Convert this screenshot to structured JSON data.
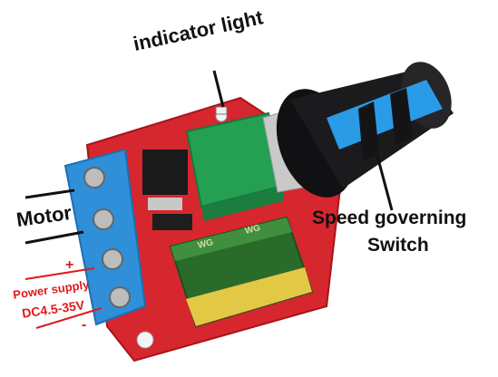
{
  "labels": {
    "indicator_light": "indicator light",
    "motor": "Motor",
    "speed_line1": "Speed governing",
    "speed_line2": "Switch",
    "plus": "+",
    "power_supply": "Power supply",
    "voltage": "DC4.5-35V",
    "minus": "-"
  },
  "capacitor_mark": "WG",
  "colors": {
    "pcb": "#d6262e",
    "terminal": "#2f8fd8",
    "potentiometer": "#24a052",
    "knob": "#1b1b1d",
    "knob_stripe": "#2a9be6",
    "capacitor": "#2a6b2a",
    "callout_red": "#e01a1a"
  }
}
